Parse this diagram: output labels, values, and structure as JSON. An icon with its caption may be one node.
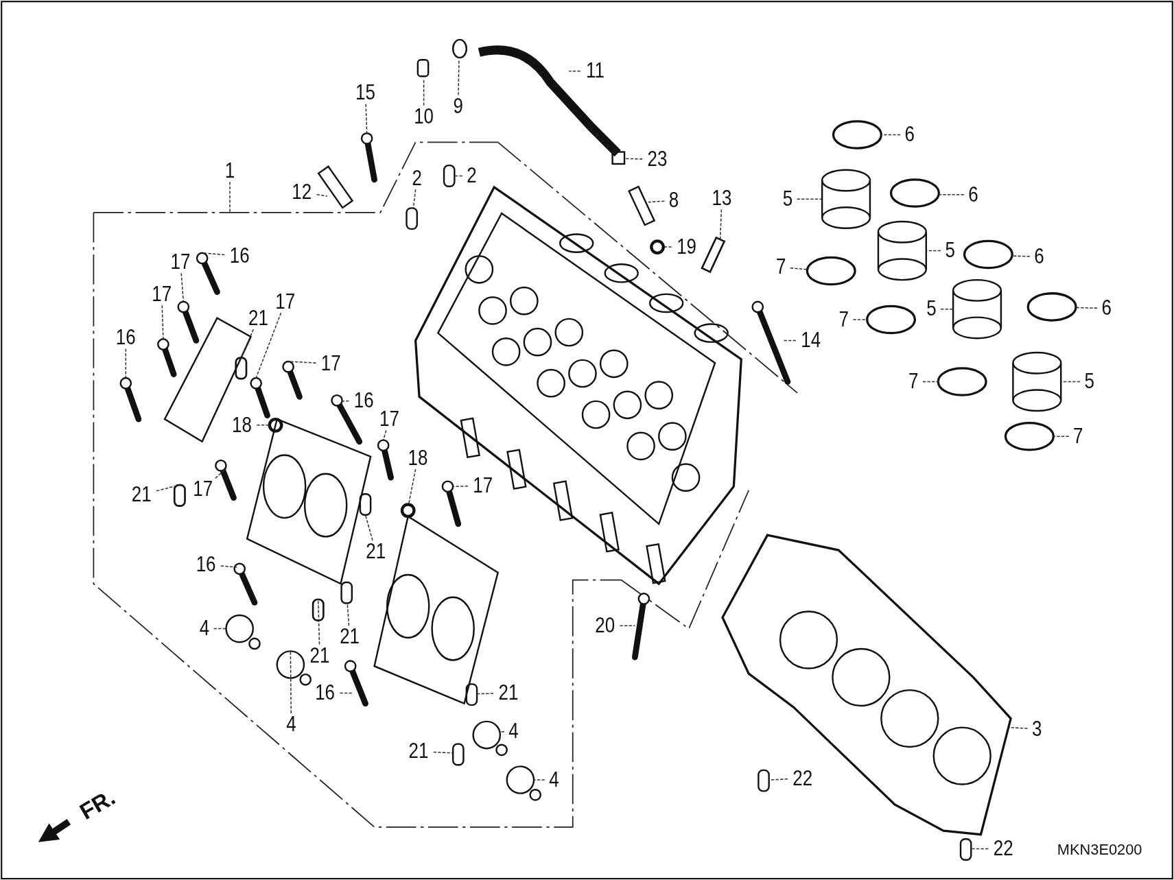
{
  "diagram": {
    "nodes": [
      {
        "text": [
          "11"
        ]
      },
      {
        "text": [
          "15"
        ]
      },
      {
        "text": [
          "9"
        ]
      },
      {
        "text": [
          "10"
        ]
      },
      {
        "text": [
          "6"
        ]
      },
      {
        "text": [
          "23"
        ]
      },
      {
        "text": [
          "2"
        ]
      },
      {
        "text": [
          "2"
        ]
      },
      {
        "text": [
          "1"
        ]
      },
      {
        "text": [
          "12"
        ]
      },
      {
        "text": [
          "5"
        ]
      },
      {
        "text": [
          "6"
        ]
      },
      {
        "text": [
          "8"
        ]
      },
      {
        "text": [
          "13"
        ]
      },
      {
        "text": [
          "19"
        ]
      },
      {
        "text": [
          "5"
        ]
      },
      {
        "text": [
          "6"
        ]
      },
      {
        "text": [
          "16"
        ]
      },
      {
        "text": [
          "17"
        ]
      },
      {
        "text": [
          "7"
        ]
      },
      {
        "text": [
          "17"
        ]
      },
      {
        "text": [
          "5"
        ]
      },
      {
        "text": [
          "7"
        ]
      },
      {
        "text": [
          "6"
        ]
      },
      {
        "text": [
          "21"
        ]
      },
      {
        "text": [
          "17"
        ]
      },
      {
        "text": [
          "16"
        ]
      },
      {
        "text": [
          "14"
        ]
      },
      {
        "text": [
          "17"
        ]
      },
      {
        "text": [
          "7"
        ]
      },
      {
        "text": [
          "5"
        ]
      },
      {
        "text": [
          "16"
        ]
      },
      {
        "text": [
          "17"
        ]
      },
      {
        "text": [
          "18"
        ]
      },
      {
        "text": [
          "7"
        ]
      },
      {
        "text": [
          "18"
        ]
      },
      {
        "text": [
          "17"
        ]
      },
      {
        "text": [
          "17"
        ]
      },
      {
        "text": [
          "21"
        ]
      },
      {
        "text": [
          "21"
        ]
      },
      {
        "text": [
          "16"
        ]
      },
      {
        "text": [
          "20"
        ]
      },
      {
        "text": [
          "4"
        ]
      },
      {
        "text": [
          "21"
        ]
      },
      {
        "text": [
          "21"
        ]
      },
      {
        "text": [
          "16"
        ]
      },
      {
        "text": [
          "21"
        ]
      },
      {
        "text": [
          "4"
        ]
      },
      {
        "text": [
          "3"
        ]
      },
      {
        "text": [
          "4"
        ]
      },
      {
        "text": [
          "21"
        ]
      },
      {
        "text": [
          "4"
        ]
      },
      {
        "text": [
          "22"
        ]
      },
      {
        "text": [
          "22"
        ]
      },
      {
        "text": [],
        "shape": "box"
      },
      {
        "text": [],
        "shape": "picture"
      },
      {
        "text": [],
        "shape": "picture"
      },
      {
        "text": [],
        "shape": "picture"
      },
      {
        "text": [],
        "shape": "picture"
      },
      {
        "text": [],
        "shape": "picture"
      },
      {
        "text": [],
        "shape": "box"
      },
      {
        "text": [],
        "shape": "box"
      },
      {
        "text": [],
        "shape": "circle"
      },
      {
        "text": [],
        "shape": "picture"
      },
      {
        "text": [],
        "shape": "box"
      }
    ],
    "edges": [
      {
        "from": 0,
        "to": null,
        "arrow": "none"
      },
      {
        "from": 1,
        "to": null,
        "arrow": "none"
      },
      {
        "from": 2,
        "to": null,
        "arrow": "none"
      },
      {
        "from": 3,
        "to": null,
        "arrow": "none"
      },
      {
        "from": 4,
        "to": null,
        "arrow": "none"
      },
      {
        "from": 5,
        "to": null,
        "arrow": "none"
      },
      {
        "from": 6,
        "to": null,
        "arrow": "none"
      },
      {
        "from": 7,
        "to": null,
        "arrow": "none"
      },
      {
        "from": 8,
        "to": null,
        "arrow": "none"
      },
      {
        "from": 9,
        "to": null,
        "arrow": "none"
      },
      {
        "from": 10,
        "to": null,
        "arrow": "none"
      },
      {
        "from": 11,
        "to": null,
        "arrow": "none"
      },
      {
        "from": 12,
        "to": null,
        "arrow": "none"
      },
      {
        "from": 13,
        "to": 54,
        "arrow": "none"
      },
      {
        "from": 14,
        "to": null,
        "arrow": "none"
      },
      {
        "from": 15,
        "to": null,
        "arrow": "none"
      },
      {
        "from": 16,
        "to": null,
        "arrow": "none"
      },
      {
        "from": 17,
        "to": 55,
        "arrow": "none"
      },
      {
        "from": 18,
        "to": 56,
        "arrow": "none"
      },
      {
        "from": 19,
        "to": null,
        "arrow": "none"
      },
      {
        "from": 20,
        "to": 57,
        "arrow": "none"
      },
      {
        "from": 21,
        "to": null,
        "arrow": "none"
      },
      {
        "from": 22,
        "to": null,
        "arrow": "none"
      },
      {
        "from": 23,
        "to": null,
        "arrow": "none"
      },
      {
        "from": 24,
        "to": 64,
        "arrow": "none"
      },
      {
        "from": 25,
        "to": 63,
        "arrow": "none"
      },
      {
        "from": 26,
        "to": null,
        "arrow": "none"
      },
      {
        "from": 27,
        "to": null,
        "arrow": "none"
      },
      {
        "from": 28,
        "to": 58,
        "arrow": "none"
      },
      {
        "from": 29,
        "to": null,
        "arrow": "none"
      },
      {
        "from": 30,
        "to": null,
        "arrow": "none"
      },
      {
        "from": 31,
        "to": null,
        "arrow": "none"
      },
      {
        "from": 32,
        "to": 59,
        "arrow": "none"
      },
      {
        "from": 33,
        "to": null,
        "arrow": "none"
      },
      {
        "from": 34,
        "to": null,
        "arrow": "none"
      },
      {
        "from": 35,
        "to": null,
        "arrow": "none"
      },
      {
        "from": 36,
        "to": null,
        "arrow": "none"
      },
      {
        "from": 37,
        "to": null,
        "arrow": "none"
      },
      {
        "from": 38,
        "to": 60,
        "arrow": "none"
      },
      {
        "from": 39,
        "to": null,
        "arrow": "none"
      },
      {
        "from": 40,
        "to": null,
        "arrow": "none"
      },
      {
        "from": 41,
        "to": null,
        "arrow": "none"
      },
      {
        "from": 42,
        "to": null,
        "arrow": "none"
      },
      {
        "from": 43,
        "to": null,
        "arrow": "none"
      },
      {
        "from": 44,
        "to": 61,
        "arrow": "none"
      },
      {
        "from": 45,
        "to": null,
        "arrow": "none"
      },
      {
        "from": 46,
        "to": null,
        "arrow": "none"
      },
      {
        "from": 47,
        "to": 62,
        "arrow": "none"
      },
      {
        "from": 48,
        "to": null,
        "arrow": "none"
      },
      {
        "from": 49,
        "to": null,
        "arrow": "none"
      },
      {
        "from": 50,
        "to": null,
        "arrow": "none"
      },
      {
        "from": 51,
        "to": null,
        "arrow": "none"
      },
      {
        "from": 52,
        "to": null,
        "arrow": "none"
      },
      {
        "from": 53,
        "to": null,
        "arrow": "none"
      }
    ],
    "labels": [
      "FR.",
      "MKN3E0200"
    ]
  }
}
